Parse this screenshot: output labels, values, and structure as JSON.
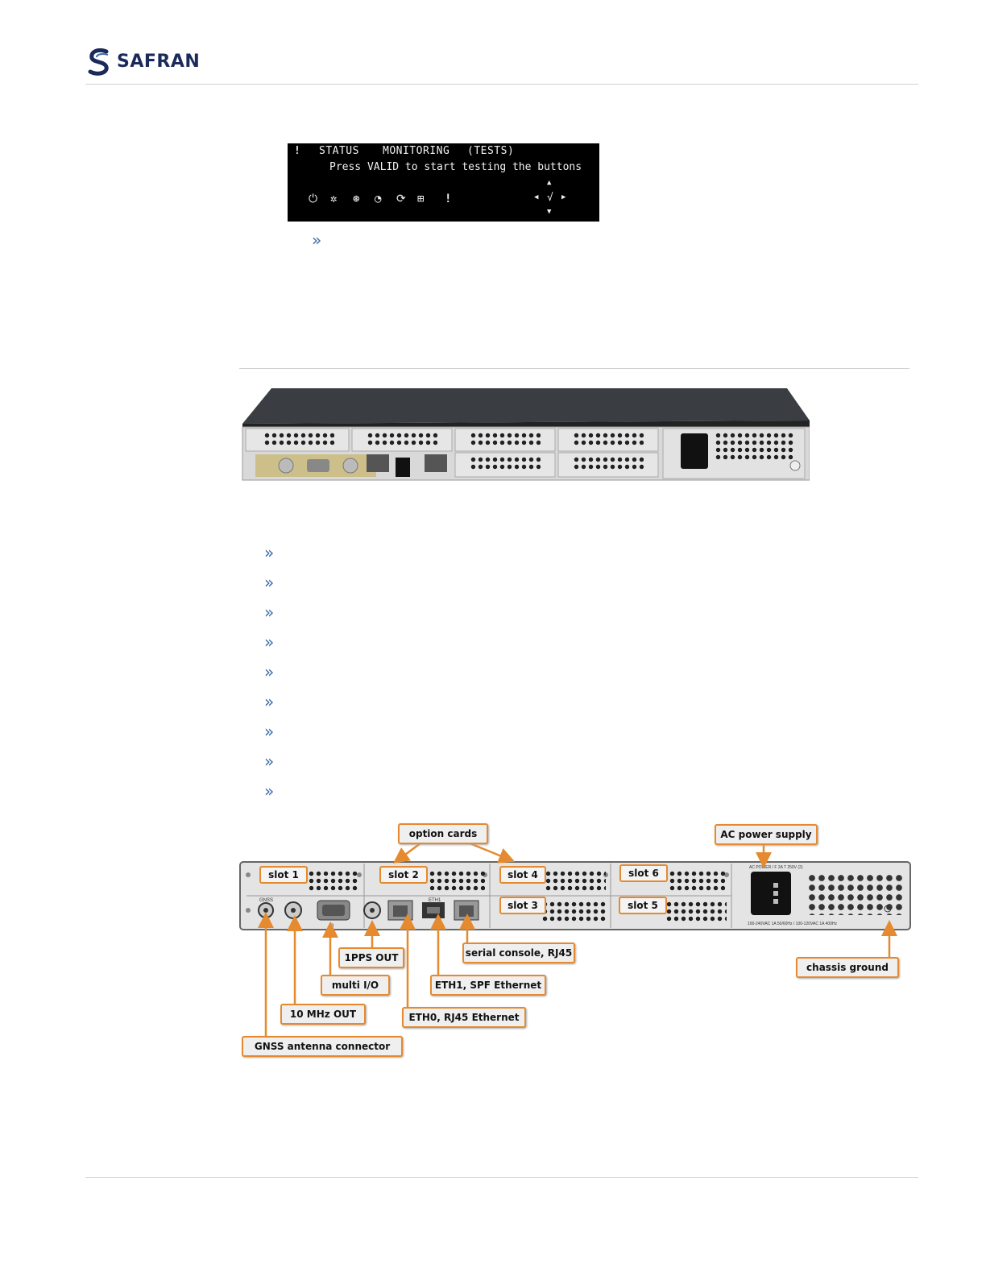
{
  "header": {
    "brand": "SAFRAN",
    "logo_mark": "S"
  },
  "lcd": {
    "alert": "!",
    "tab_status": "STATUS",
    "tab_monitoring": "MONITORING",
    "tab_tests": "(TESTS)",
    "message": "Press VALID to start testing the buttons",
    "icons": [
      "power-icon",
      "satellite-icon",
      "input-icon",
      "timer-icon",
      "refresh-icon",
      "network-icon",
      "alert-icon"
    ],
    "nav": [
      "up-arrow-icon",
      "left-arrow-icon",
      "check-icon",
      "right-arrow-icon",
      "down-arrow-icon"
    ]
  },
  "diagram": {
    "top_labels": {
      "option_cards": "option cards",
      "ac_power_supply": "AC power supply"
    },
    "slots": [
      "slot 1",
      "slot 2",
      "slot 4",
      "slot 6",
      "slot 3",
      "slot 5"
    ],
    "bottom_labels": {
      "pps_out": "1PPS OUT",
      "multi_io": "multi I/O",
      "mhz_out": "10 MHz OUT",
      "gnss": "GNSS antenna connector",
      "serial": "serial console, RJ45",
      "eth1": "ETH1, SPF Ethernet",
      "eth0": "ETH0, RJ45 Ethernet",
      "chassis": "chassis ground"
    },
    "panel_print": {
      "ac_power": "AC POWER / F 2A T 250V (2)",
      "ac_rating": "100-240VAC 1A 50/60Hz / 100-120VAC 1A 400Hz",
      "eth1": "ETH1",
      "io": "IO",
      "gnss": "GNSS"
    }
  },
  "colors": {
    "accent_orange": "#e58a2e",
    "bullet_blue": "#3d6ca8",
    "brand_navy": "#1a2a5a"
  }
}
